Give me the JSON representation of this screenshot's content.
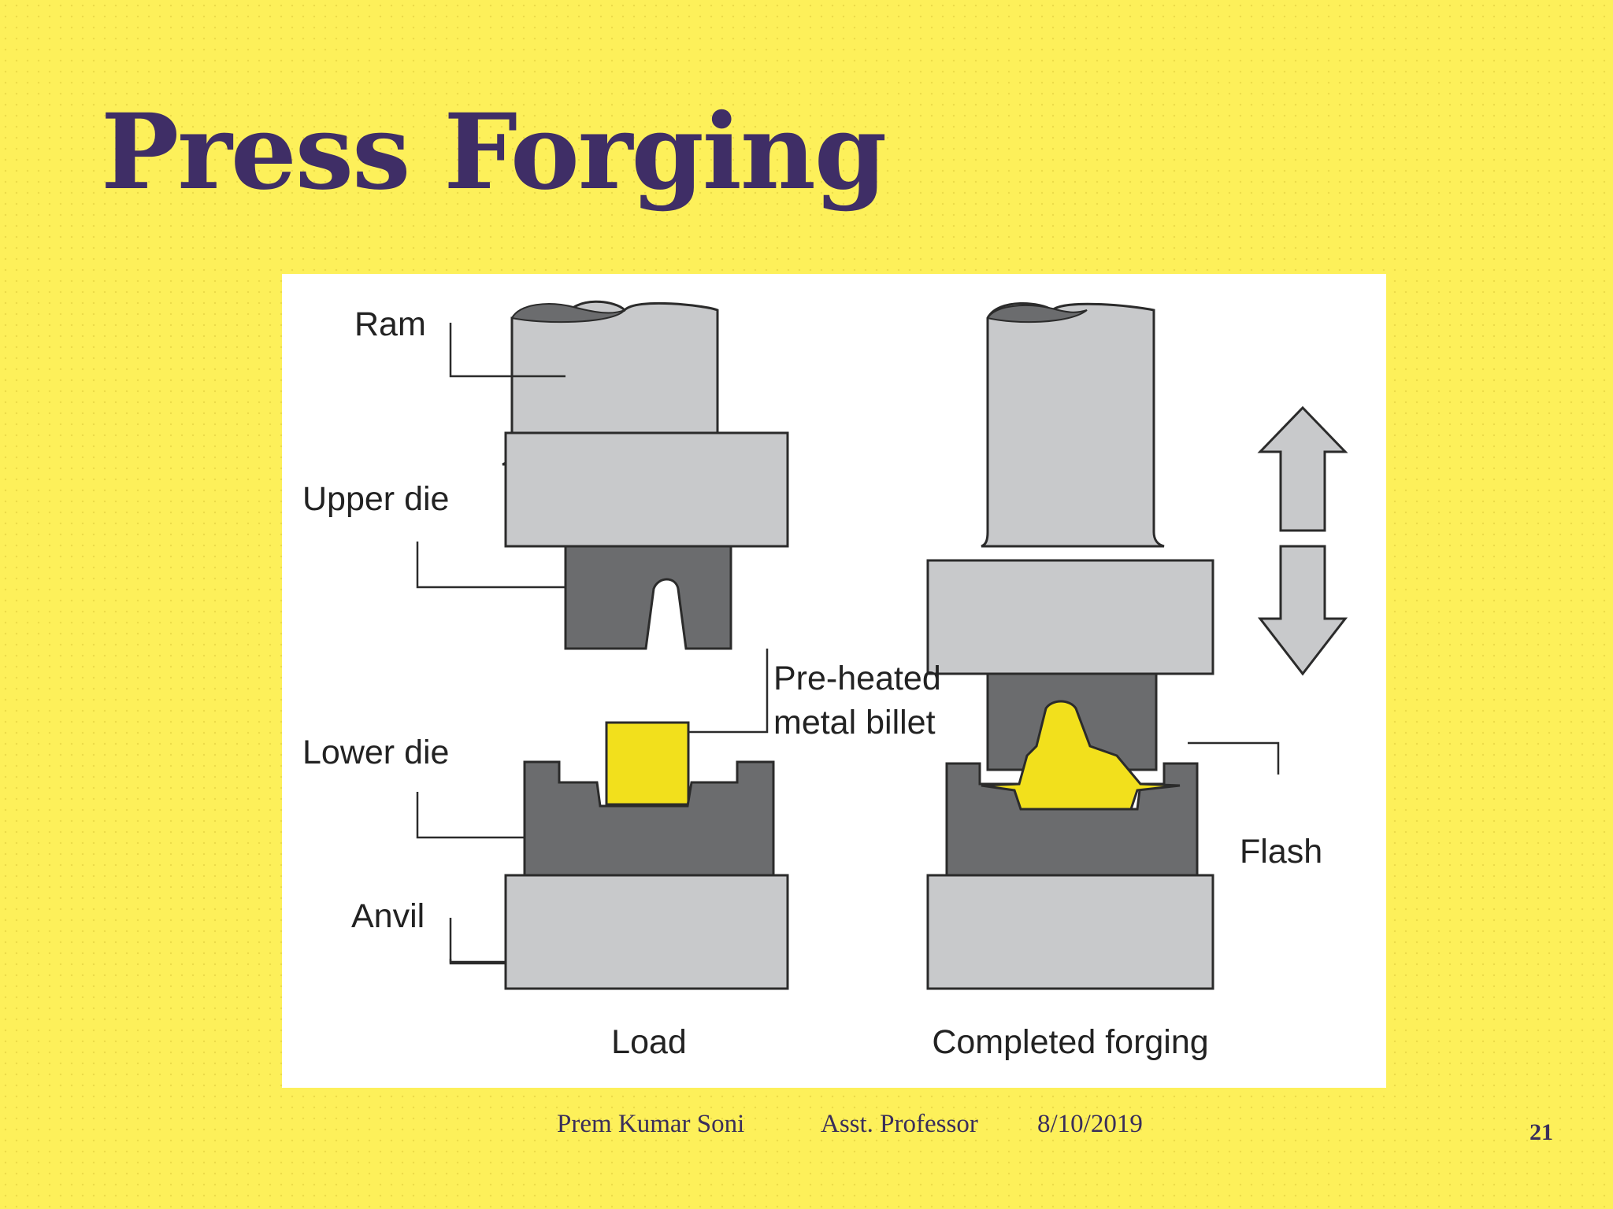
{
  "slide": {
    "title": "Press Forging",
    "slide_number": "21"
  },
  "footer": {
    "author": "Prem Kumar Soni",
    "role": "Asst. Professor",
    "date": "8/10/2019"
  },
  "diagram": {
    "labels": {
      "ram": "Ram",
      "upper_die": "Upper die",
      "lower_die": "Lower die",
      "anvil": "Anvil",
      "billet_line1": "Pre-heated",
      "billet_line2": "metal billet",
      "flash": "Flash"
    },
    "captions": {
      "load": "Load",
      "completed": "Completed forging"
    },
    "colors": {
      "light_gray": "#c8c9cb",
      "dark_gray": "#6b6c6e",
      "outline": "#2b2b2b",
      "billet_yellow": "#f2e01c",
      "panel": "#ffffff"
    },
    "icons": {
      "motion_arrows": "up-down-arrows-icon"
    }
  }
}
